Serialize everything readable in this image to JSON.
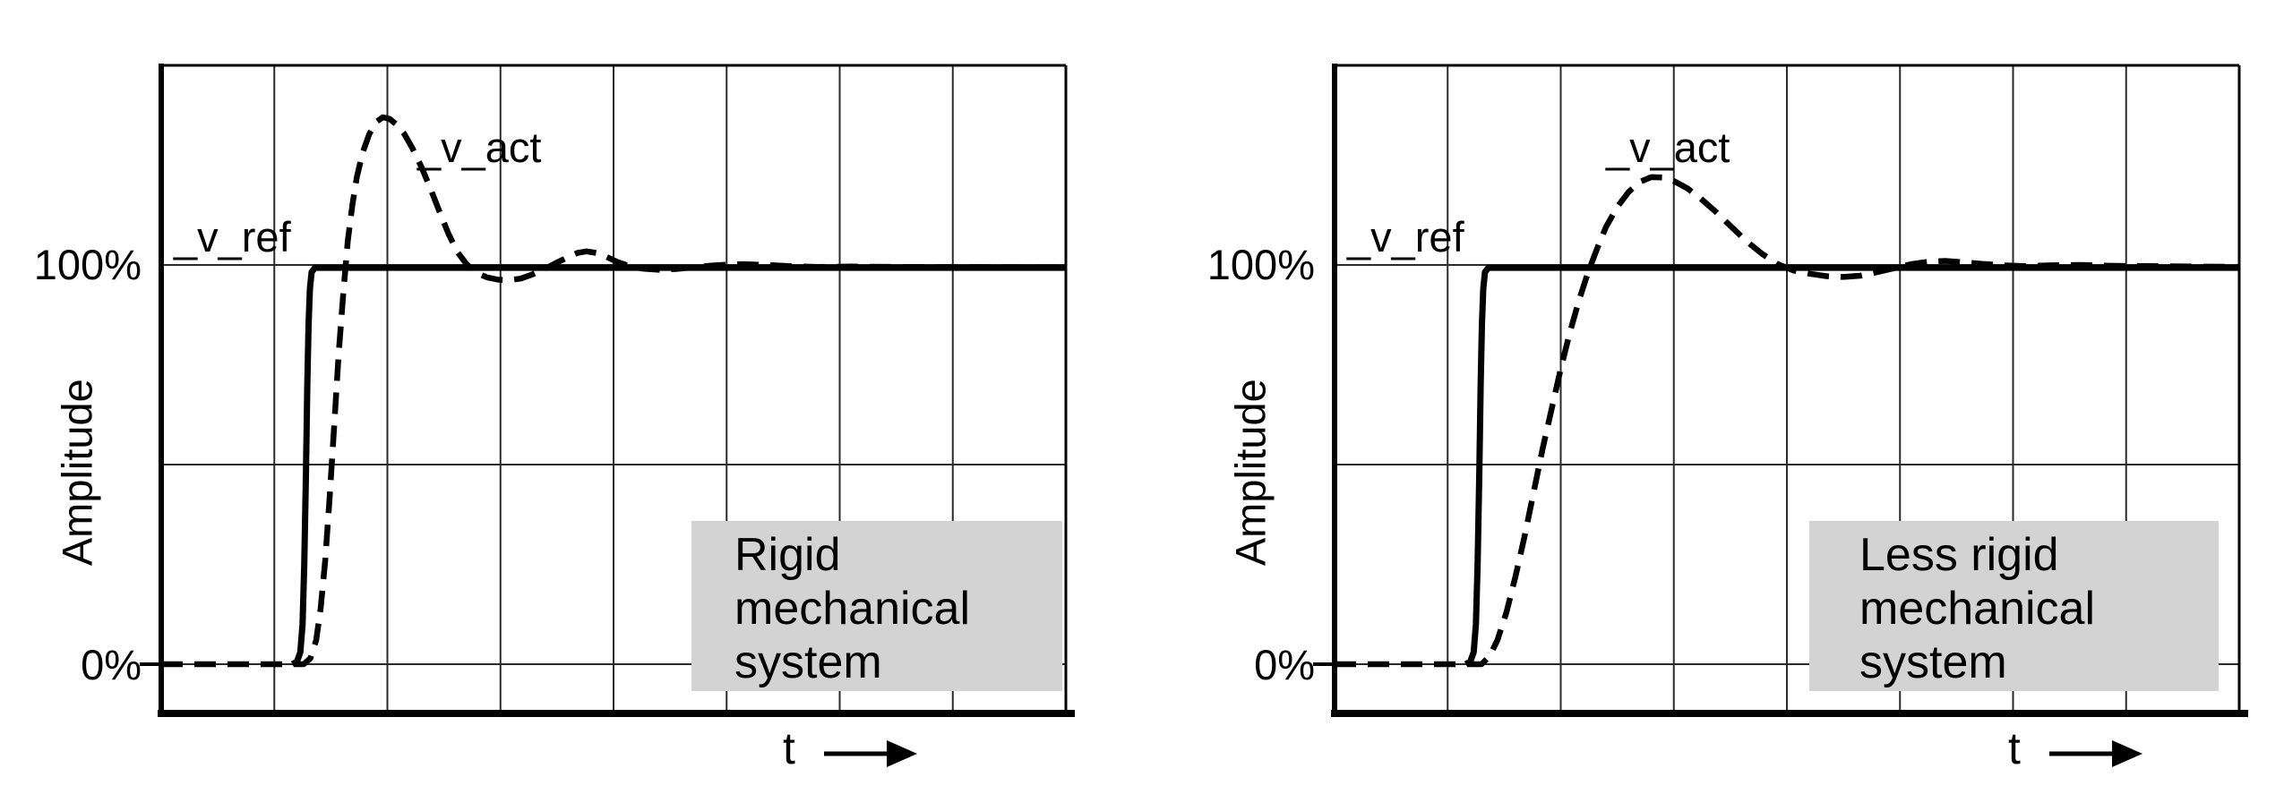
{
  "style": {
    "line_color": "#000000",
    "grid_color": "#2a2a2a",
    "box_bg": "#d3d3d3",
    "text_color": "#000000",
    "background": "#ffffff"
  },
  "chart_data": [
    {
      "type": "line",
      "title": "Rigid mechanical system",
      "title_lines": [
        "Rigid",
        "mechanical",
        "system"
      ],
      "xlabel": "t",
      "ylabel": "Amplitude",
      "x_axis": {
        "range_divisions": [
          0,
          8
        ],
        "tick_labels": "none",
        "grid": true
      },
      "y_axis": {
        "units": "percent of setpoint",
        "ticks": [
          {
            "value": 100,
            "label": "100%"
          },
          {
            "value": 0,
            "label": "0%"
          }
        ],
        "gridlines_percent": [
          100,
          50,
          0
        ],
        "plot_top_percent": 150,
        "plot_bottom_percent": -12
      },
      "series": [
        {
          "name": "_v_ref",
          "line_style": "solid",
          "points": [
            [
              1.16,
              0
            ],
            [
              1.2,
              0.6
            ],
            [
              1.23,
              3
            ],
            [
              1.25,
              10
            ],
            [
              1.265,
              25
            ],
            [
              1.28,
              48
            ],
            [
              1.292,
              70
            ],
            [
              1.303,
              85
            ],
            [
              1.315,
              94
            ],
            [
              1.33,
              98.2
            ],
            [
              1.36,
              99.3
            ],
            [
              8,
              99.3
            ]
          ]
        },
        {
          "name": "_v_act",
          "line_style": "dashed",
          "peak_overshoot_percent": 137,
          "points": [
            [
              0,
              0
            ],
            [
              1.26,
              0
            ],
            [
              1.32,
              1.5
            ],
            [
              1.37,
              6
            ],
            [
              1.41,
              14
            ],
            [
              1.45,
              26
            ],
            [
              1.49,
              42
            ],
            [
              1.53,
              60
            ],
            [
              1.57,
              78
            ],
            [
              1.61,
              93
            ],
            [
              1.65,
              106
            ],
            [
              1.69,
              115
            ],
            [
              1.73,
              122
            ],
            [
              1.78,
              128
            ],
            [
              1.84,
              132.8
            ],
            [
              1.9,
              135.8
            ],
            [
              1.96,
              137
            ],
            [
              2.02,
              136.6
            ],
            [
              2.08,
              135.2
            ],
            [
              2.15,
              132.8
            ],
            [
              2.22,
              129.3
            ],
            [
              2.3,
              124.6
            ],
            [
              2.38,
              119.2
            ],
            [
              2.46,
              113.4
            ],
            [
              2.54,
              107.8
            ],
            [
              2.62,
              103.2
            ],
            [
              2.7,
              100.2
            ],
            [
              2.79,
              98.0
            ],
            [
              2.88,
              96.9
            ],
            [
              2.98,
              96.3
            ],
            [
              3.08,
              96.2
            ],
            [
              3.18,
              96.6
            ],
            [
              3.28,
              97.6
            ],
            [
              3.39,
              99.0
            ],
            [
              3.5,
              100.6
            ],
            [
              3.6,
              102.0
            ],
            [
              3.68,
              103.0
            ],
            [
              3.76,
              103.4
            ],
            [
              3.85,
              103.0
            ],
            [
              3.94,
              102.0
            ],
            [
              4.03,
              100.8
            ],
            [
              4.12,
              99.9
            ],
            [
              4.25,
              99.1
            ],
            [
              4.4,
              98.8
            ],
            [
              4.55,
              99.0
            ],
            [
              4.7,
              99.4
            ],
            [
              4.85,
              99.8
            ],
            [
              5.0,
              100.1
            ],
            [
              5.15,
              100.2
            ],
            [
              5.35,
              100.0
            ],
            [
              5.55,
              99.7
            ],
            [
              5.8,
              99.5
            ],
            [
              6.1,
              99.6
            ],
            [
              6.5,
              99.5
            ],
            [
              8,
              99.4
            ]
          ]
        }
      ]
    },
    {
      "type": "line",
      "title": "Less rigid mechanical system",
      "title_lines": [
        "Less rigid",
        "mechanical",
        "system"
      ],
      "xlabel": "t",
      "ylabel": "Amplitude",
      "x_axis": {
        "range_divisions": [
          0,
          8
        ],
        "tick_labels": "none",
        "grid": true
      },
      "y_axis": {
        "units": "percent of setpoint",
        "ticks": [
          {
            "value": 100,
            "label": "100%"
          },
          {
            "value": 0,
            "label": "0%"
          }
        ],
        "gridlines_percent": [
          100,
          50,
          0
        ],
        "plot_top_percent": 150,
        "plot_bottom_percent": -12
      },
      "series": [
        {
          "name": "_v_ref",
          "line_style": "solid",
          "points": [
            [
              1.16,
              0
            ],
            [
              1.2,
              0.6
            ],
            [
              1.23,
              3
            ],
            [
              1.25,
              10
            ],
            [
              1.265,
              25
            ],
            [
              1.28,
              48
            ],
            [
              1.292,
              70
            ],
            [
              1.303,
              85
            ],
            [
              1.315,
              94
            ],
            [
              1.33,
              98.2
            ],
            [
              1.36,
              99.3
            ],
            [
              8,
              99.3
            ]
          ]
        },
        {
          "name": "_v_act",
          "line_style": "dashed",
          "peak_overshoot_percent": 122,
          "points": [
            [
              0,
              0
            ],
            [
              1.3,
              0
            ],
            [
              1.37,
              2
            ],
            [
              1.44,
              6
            ],
            [
              1.52,
              13
            ],
            [
              1.6,
              22
            ],
            [
              1.68,
              32
            ],
            [
              1.76,
              43
            ],
            [
              1.84,
              54
            ],
            [
              1.92,
              64
            ],
            [
              2.0,
              74
            ],
            [
              2.08,
              83
            ],
            [
              2.16,
              91
            ],
            [
              2.24,
              98
            ],
            [
              2.32,
              104
            ],
            [
              2.4,
              109.5
            ],
            [
              2.5,
              114.5
            ],
            [
              2.6,
              118.3
            ],
            [
              2.7,
              120.8
            ],
            [
              2.8,
              122
            ],
            [
              2.9,
              121.9
            ],
            [
              3.0,
              121.0
            ],
            [
              3.12,
              119.2
            ],
            [
              3.24,
              116.6
            ],
            [
              3.36,
              113.6
            ],
            [
              3.5,
              109.8
            ],
            [
              3.64,
              106.0
            ],
            [
              3.78,
              102.8
            ],
            [
              3.92,
              100.2
            ],
            [
              4.06,
              98.6
            ],
            [
              4.2,
              97.8
            ],
            [
              4.35,
              97.2
            ],
            [
              4.5,
              97.0
            ],
            [
              4.65,
              97.3
            ],
            [
              4.8,
              98.2
            ],
            [
              4.95,
              99.2
            ],
            [
              5.1,
              100.2
            ],
            [
              5.25,
              100.8
            ],
            [
              5.4,
              101.0
            ],
            [
              5.55,
              100.7
            ],
            [
              5.72,
              100.3
            ],
            [
              5.9,
              99.9
            ],
            [
              6.1,
              99.7
            ],
            [
              6.35,
              99.9
            ],
            [
              6.6,
              100.0
            ],
            [
              6.85,
              99.8
            ],
            [
              8,
              99.5
            ]
          ]
        }
      ]
    }
  ]
}
